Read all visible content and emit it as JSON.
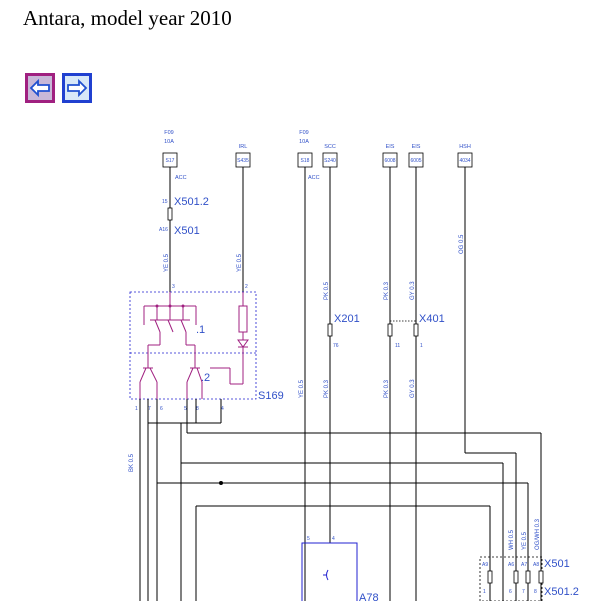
{
  "page": {
    "title": "Antara, model year 2010"
  },
  "nav": {
    "back_icon": "arrow-left-icon",
    "forward_icon": "arrow-right-icon"
  },
  "colors": {
    "wire": "#000000",
    "label": "#3050c8",
    "switch": "#a02080",
    "frame": "#2020d0"
  },
  "fuse_labels": [
    {
      "top": "F09",
      "mid": "10A",
      "box": "S17",
      "sub": "ACC"
    },
    {
      "top": "IRL",
      "mid": "",
      "box": "S435",
      "sub": ""
    },
    {
      "top": "F09",
      "mid": "10A",
      "box": "S18",
      "sub": "ACC"
    },
    {
      "top": "SCC",
      "mid": "",
      "box": "S240",
      "sub": ""
    },
    {
      "top": "EIS",
      "mid": "",
      "box": "6008",
      "sub": ""
    },
    {
      "top": "EIS",
      "mid": "",
      "box": "6005",
      "sub": ""
    },
    {
      "top": "HSH",
      "mid": "",
      "box": "4034",
      "sub": ""
    }
  ],
  "connectors": {
    "x501_2_top": "X501.2",
    "x501_top": "X501",
    "pin_15": "15",
    "pin_a16": "A16",
    "x201": "X201",
    "x201_pin": "76",
    "x401": "X401",
    "x401_pin_a": "11",
    "x401_pin_b": "1",
    "x501_right": "X501",
    "x501_2_right": "X501.2"
  },
  "wire_labels": {
    "ye05_a": "YE 0.5",
    "ye05_b": "YE 0.5",
    "pk05": "PK 0.5",
    "pk03_a": "PK 0.3",
    "gy03_a": "GY 0.3",
    "og05": "OG 0.5",
    "ye05_c": "YE 0.5",
    "pk03_b": "PK 0.3",
    "pk03_c": "PK 0.3",
    "gy03_b": "GY 0.3",
    "bk05": "BK 0.5",
    "wh05": "WH 0.5",
    "ye05_d": "YE 0.5",
    "ogwh03": "OG/WH 0.3"
  },
  "switch_block": {
    "name": "S169",
    "sw1": ".1",
    "sw2": ".2",
    "pin3": "3",
    "pin2": "2",
    "bottom_pins": [
      "1",
      "7",
      "6",
      "5",
      "8",
      "4"
    ]
  },
  "bottom_connector": {
    "pins_top": [
      "A9",
      "A6",
      "A7",
      "A8"
    ],
    "pins_bottom": [
      "1",
      "6",
      "7",
      "8"
    ]
  },
  "lower_block": {
    "pin_left": "5",
    "pin_right": "4",
    "name": "A78"
  }
}
